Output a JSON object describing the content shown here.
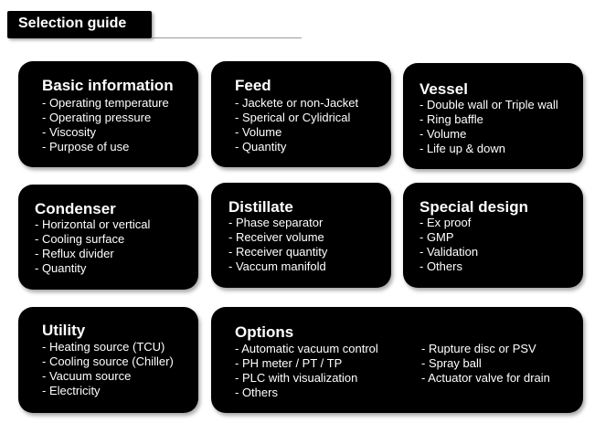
{
  "header": {
    "title": "Selection guide"
  },
  "cards": [
    {
      "title": "Basic information",
      "items": [
        "- Operating temperature",
        "- Operating pressure",
        "- Viscosity",
        "- Purpose of use"
      ]
    },
    {
      "title": "Feed",
      "items": [
        "- Jackete or non-Jacket",
        "- Sperical or Cylidrical",
        "- Volume",
        "- Quantity"
      ]
    },
    {
      "title": "Vessel",
      "items": [
        "- Double wall or Triple wall",
        "- Ring baffle",
        "- Volume",
        "- Life up & down"
      ]
    },
    {
      "title": "Condenser",
      "items": [
        "- Horizontal or vertical",
        "- Cooling surface",
        "- Reflux divider",
        "- Quantity"
      ]
    },
    {
      "title": "Distillate",
      "items": [
        "- Phase separator",
        "- Receiver volume",
        "- Receiver quantity",
        "- Vaccum manifold"
      ]
    },
    {
      "title": "Special design",
      "items": [
        "- Ex proof",
        "- GMP",
        "- Validation",
        "- Others"
      ]
    },
    {
      "title": "Utility",
      "items": [
        "- Heating source (TCU)",
        "- Cooling source (Chiller)",
        "- Vacuum source",
        "- Electricity"
      ]
    },
    {
      "title": "Options",
      "items": [
        "- Automatic vacuum control",
        "- PH meter / PT / TP",
        "- PLC with visualization",
        "- Others"
      ],
      "items2": [
        "- Rupture disc or PSV",
        "- Spray ball",
        "- Actuator valve for drain"
      ]
    }
  ]
}
